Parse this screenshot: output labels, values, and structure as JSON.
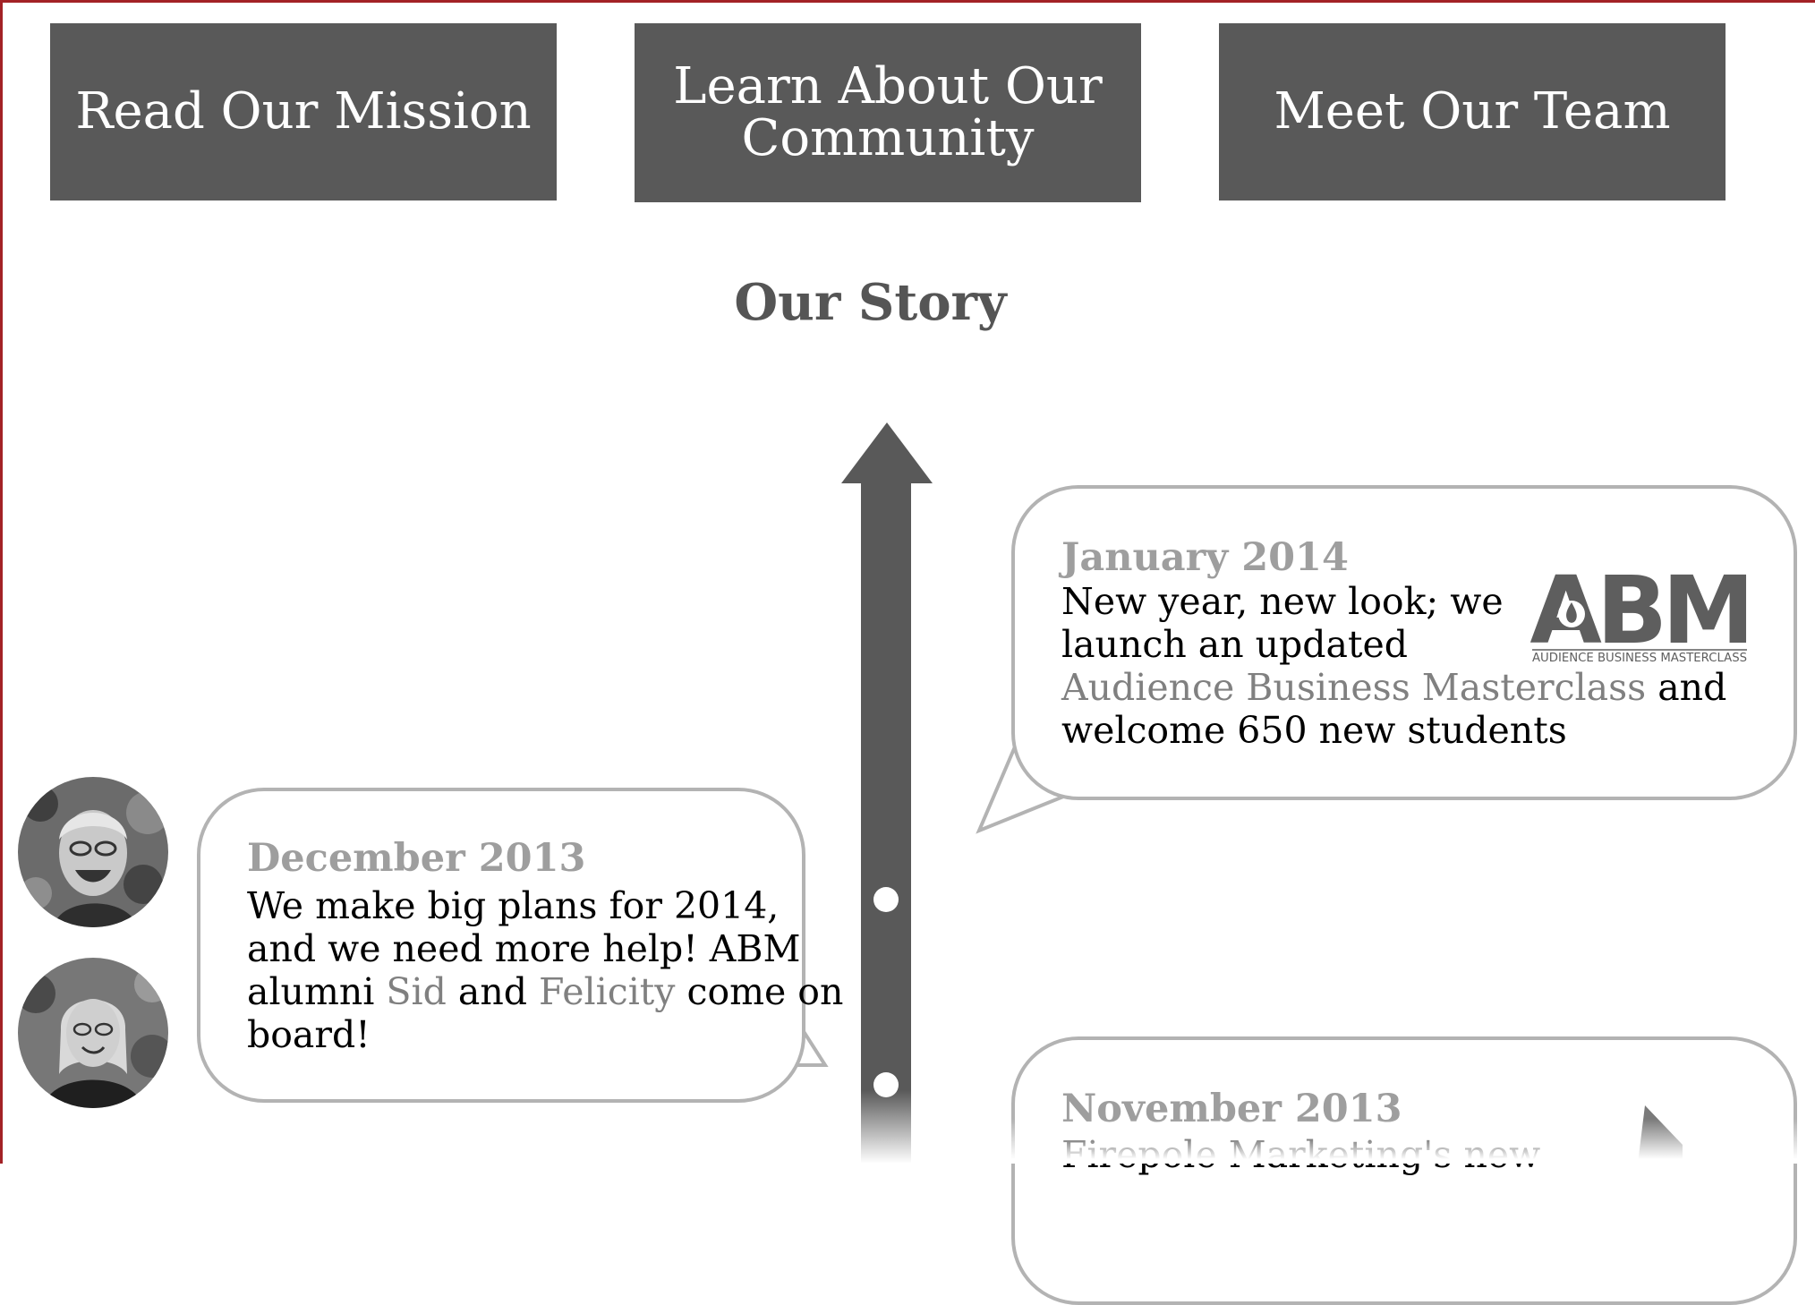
{
  "nav": {
    "mission_label": "Read Our Mission",
    "community_line1": "Learn About Our",
    "community_line2": "Community",
    "team_label": "Meet Our Team"
  },
  "story": {
    "heading": "Our Story",
    "entries": [
      {
        "date": "January 2014",
        "line1": "New year, new look; we",
        "line2": "launch an updated",
        "link": "Audience Business Masterclass",
        "after_link": " and",
        "line4": "welcome 650 new students",
        "logo": {
          "text": "ABM",
          "caption": "AUDIENCE BUSINESS MASTERCLASS",
          "icon": "flame-icon"
        }
      },
      {
        "date": "December 2013",
        "line1": "We make big plans for 2014,",
        "line2": "and we need more help! ABM",
        "line3_start": "alumni ",
        "link1": "Sid",
        "mid": " and ",
        "link2": "Felicity",
        "line3_end": " come on",
        "line4": "board!"
      },
      {
        "date": "November 2013",
        "text": "Firepole Marketing's new"
      }
    ]
  },
  "colors": {
    "nav_background": "#595959",
    "heading": "#555555",
    "date": "#9e9e9e",
    "link": "#808080",
    "bubble_border": "#b3b3b3",
    "frame": "#a32226"
  }
}
